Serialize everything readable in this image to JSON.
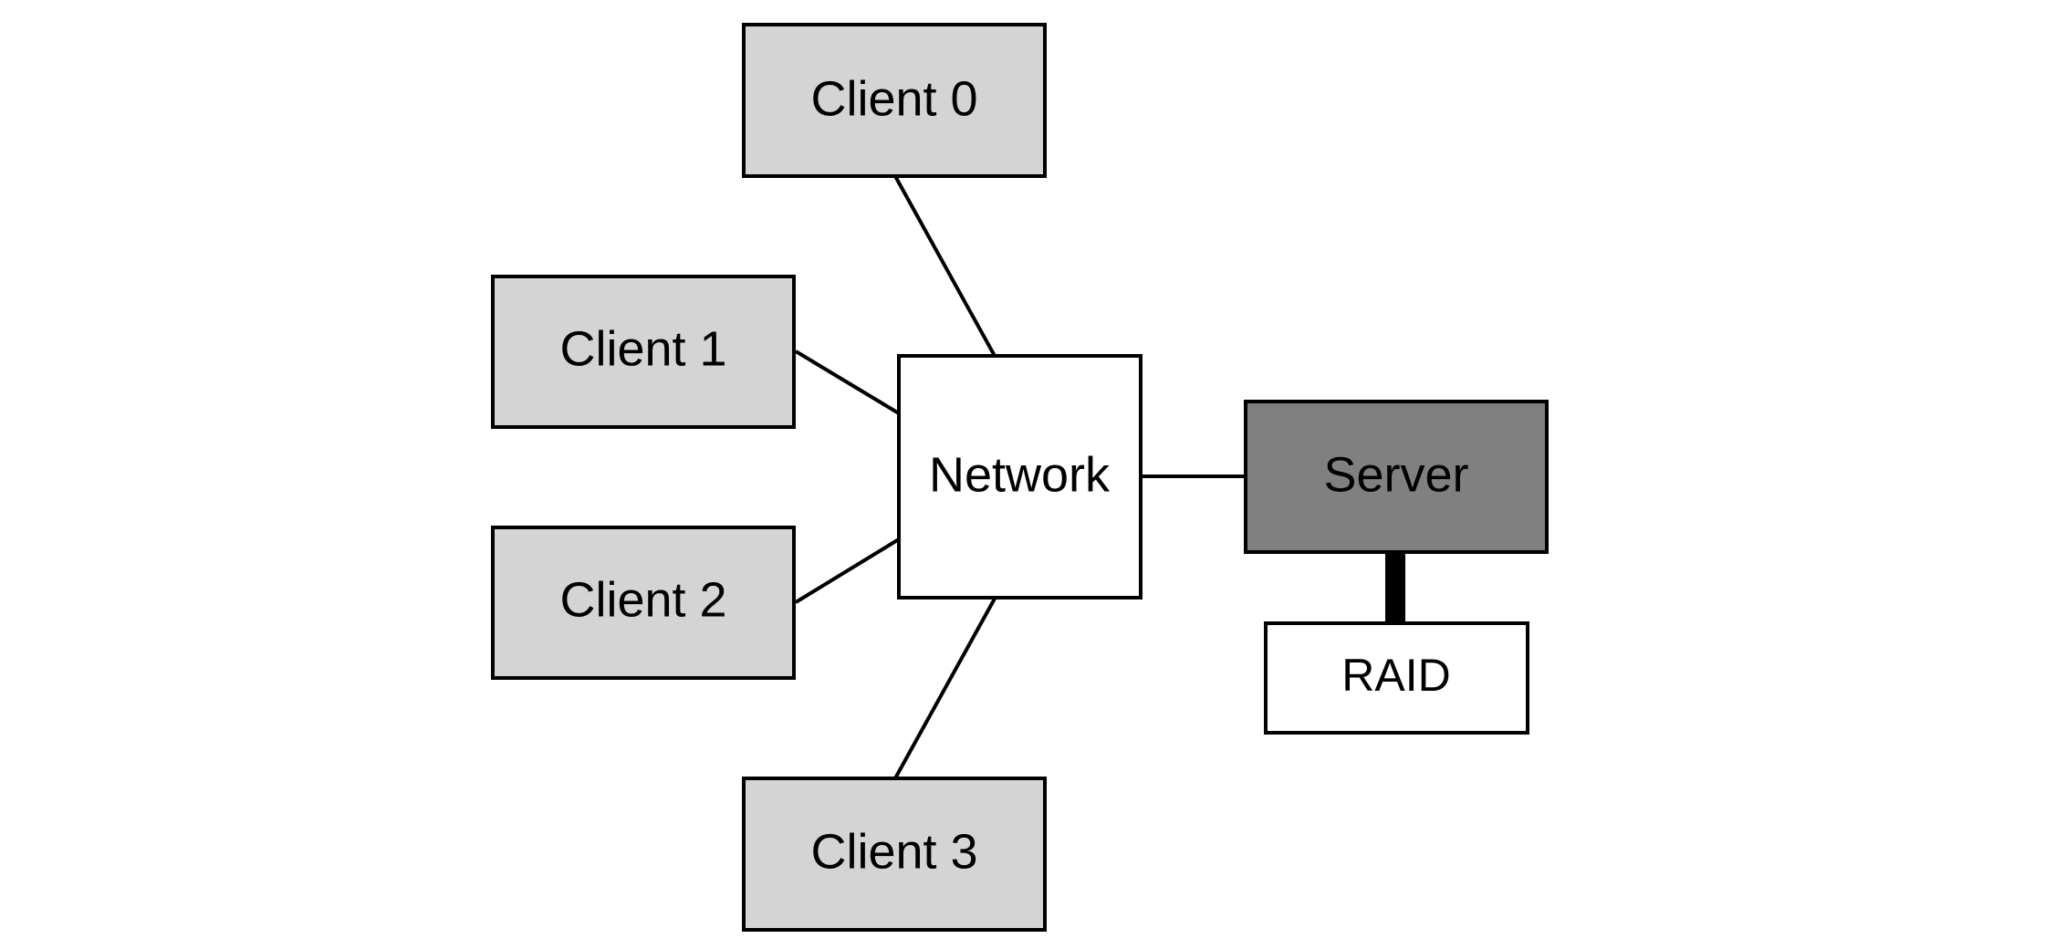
{
  "colors": {
    "client_fill": "#d4d4d4",
    "network_fill": "#ffffff",
    "server_fill": "#808080",
    "raid_fill": "#ffffff",
    "stroke": "#000000"
  },
  "nodes": {
    "client0": "Client 0",
    "client1": "Client 1",
    "client2": "Client 2",
    "client3": "Client 3",
    "network": "Network",
    "server": "Server",
    "raid": "RAID"
  }
}
